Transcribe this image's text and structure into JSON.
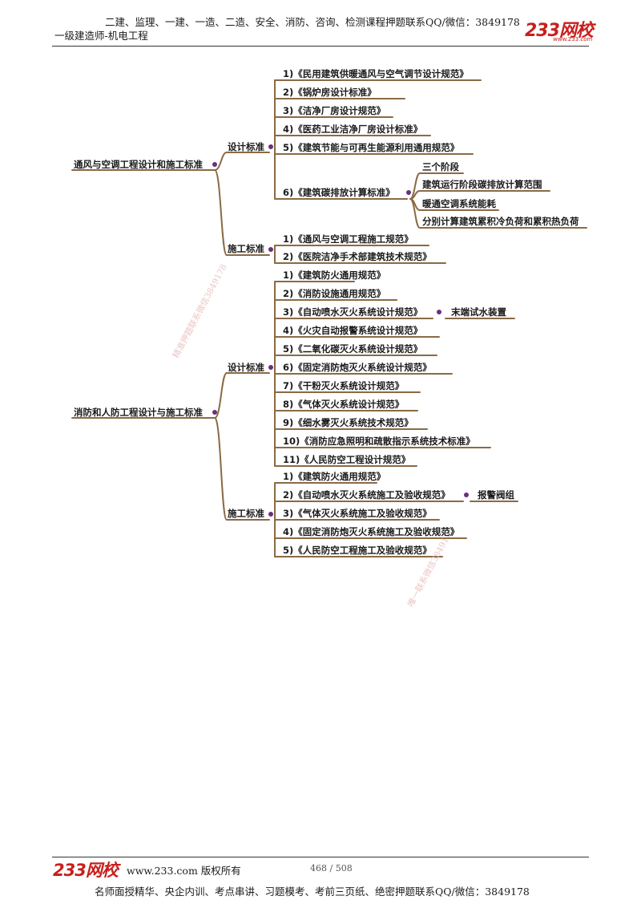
{
  "header": {
    "line1": "二建、监理、一建、一造、二造、安全、消防、咨询、检测课程押题联系QQ/微信：3849178",
    "line2": "一级建造师-机电工程",
    "logo": "233网校",
    "logo_sub": "www.233.com"
  },
  "watermarks": {
    "w1": "精准押题联系微信3849178",
    "w2": "唯一联系微信3849178"
  },
  "mindmap": {
    "b1": {
      "label": "通风与空调工程设计和施工标准",
      "design": {
        "label": "设计标准",
        "items": [
          "1)《民用建筑供暖通风与空气调节设计规范》",
          "2)《锅炉房设计标准》",
          "3)《洁净厂房设计规范》",
          "4)《医药工业洁净厂房设计标准》",
          "5)《建筑节能与可再生能源利用通用规范》",
          "6)《建筑碳排放计算标准》"
        ],
        "carbon": [
          "三个阶段",
          "建筑运行阶段碳排放计算范围",
          "暖通空调系统能耗",
          "分别计算建筑累积冷负荷和累积热负荷"
        ]
      },
      "construction": {
        "label": "施工标准",
        "items": [
          "1)《通风与空调工程施工规范》",
          "2)《医院洁净手术部建筑技术规范》"
        ]
      }
    },
    "b2": {
      "label": "消防和人防工程设计与施工标准",
      "design": {
        "label": "设计标准",
        "items": [
          "1)《建筑防火通用规范》",
          "2)《消防设施通用规范》",
          "3)《自动喷水灭火系统设计规范》",
          "4)《火灾自动报警系统设计规范》",
          "5)《二氧化碳灭火系统设计规范》",
          "6)《固定消防炮灭火系统设计规范》",
          "7)《干粉灭火系统设计规范》",
          "8)《气体灭火系统设计规范》",
          "9)《细水雾灭火系统技术规范》",
          "10)《消防应急照明和疏散指示系统技术标准》",
          "11)《人民防空工程设计规范》"
        ],
        "sprinkler_note": "末端试水装置"
      },
      "construction": {
        "label": "施工标准",
        "items": [
          "1)《建筑防火通用规范》",
          "2)《自动喷水灭火系统施工及验收规范》",
          "3)《气体灭火系统施工及验收规范》",
          "4)《固定消防炮灭火系统施工及验收规范》",
          "5)《人民防空工程施工及验收规范》"
        ],
        "sprinkler_note": "报警阀组"
      }
    }
  },
  "footer": {
    "logo": "233网校",
    "site": "www.233.com 版权所有",
    "page": "468 / 508",
    "line": "名师面授精华、央企内训、考点串讲、习题模考、考前三页纸、绝密押题联系QQ/微信：3849178"
  }
}
